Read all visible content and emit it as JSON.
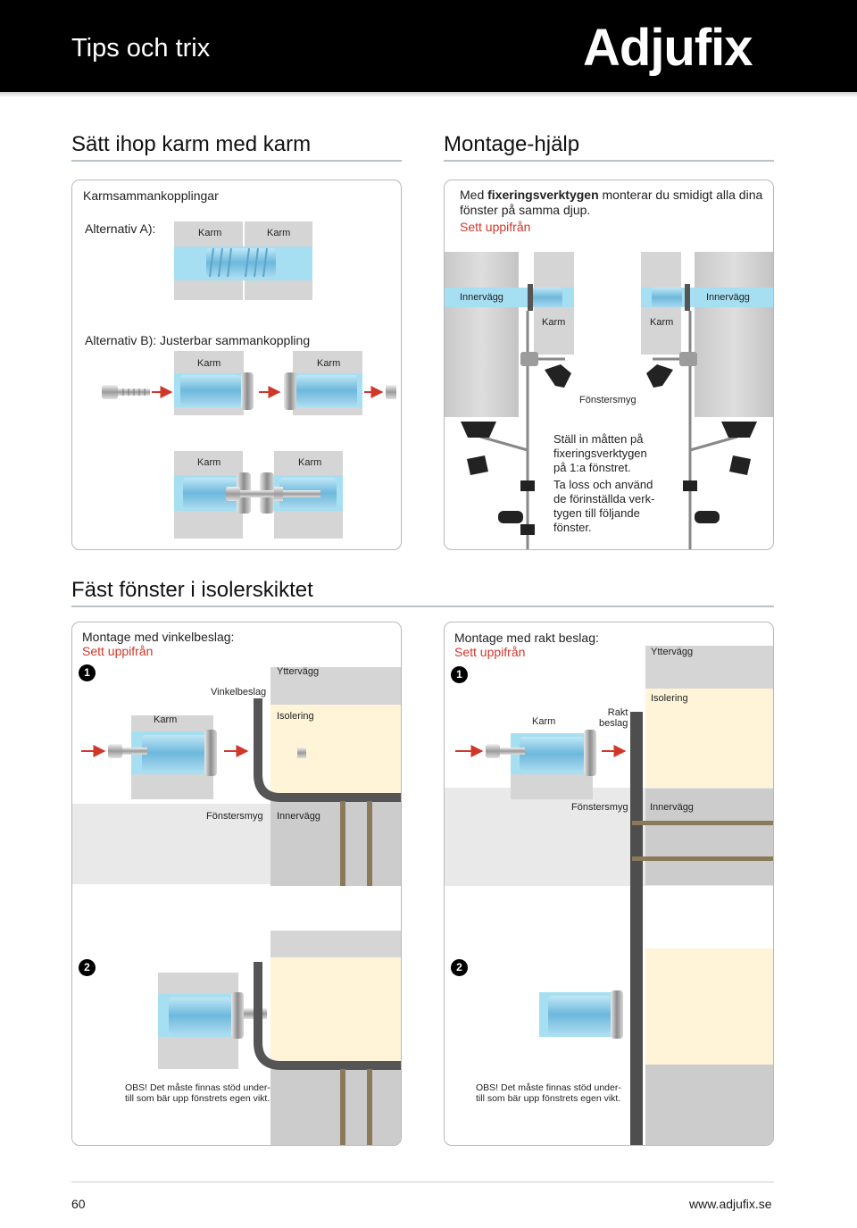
{
  "header": {
    "title": "Tips och trix",
    "brand": "Adjufix"
  },
  "section1": {
    "title": "Sätt ihop karm med karm",
    "panel": {
      "heading": "Karmsammankopplingar",
      "alt_a": "Alternativ A):",
      "alt_b": "Alternativ B): Justerbar sammankoppling",
      "karm": "Karm"
    }
  },
  "section2": {
    "title": "Montage-hjälp",
    "panel": {
      "intro_pre": "Med",
      "intro_bold": "fixeringsverktygen",
      "intro_post": "monterar du smidigt alla dina fönster på samma djup.",
      "view": "Sett uppifrån",
      "innervagg": "Innervägg",
      "karm": "Karm",
      "fonstersmyg": "Fönstersmyg",
      "instruction": [
        "Ställ in måtten på",
        "fixeringsverktygen",
        "på 1:a fönstret.",
        "Ta loss och använd",
        "de förinställda verk-",
        "tygen till följande",
        "fönster."
      ]
    }
  },
  "section3": {
    "title": "Fäst fönster i isolerskiktet",
    "left": {
      "heading": "Montage med vinkelbeslag:",
      "view": "Sett uppifrån",
      "step1": "1",
      "step2": "2",
      "yttervagg": "Yttervägg",
      "vinkelbeslag": "Vinkelbeslag",
      "karm": "Karm",
      "isolering": "Isolering",
      "fonstersmyg": "Fönstersmyg",
      "innervagg": "Innervägg",
      "note": [
        "OBS! Det måste finnas stöd under-",
        "till som bär upp fönstrets egen vikt."
      ]
    },
    "right": {
      "heading": "Montage med rakt beslag:",
      "view": "Sett uppifrån",
      "step1": "1",
      "step2": "2",
      "yttervagg": "Yttervägg",
      "isolering": "Isolering",
      "karm": "Karm",
      "rakt_beslag": [
        "Rakt",
        "beslag"
      ],
      "fonstersmyg": "Fönstersmyg",
      "innervagg": "Innervägg",
      "note": [
        "OBS! Det måste finnas stöd under-",
        "till som bär upp fönstrets egen vikt."
      ]
    }
  },
  "footer": {
    "page": "60",
    "url": "www.adjufix.se"
  },
  "colors": {
    "frame_blue": "#a6dff2",
    "insulation": "#fff4d8",
    "wall_grey": "#d6d6d6",
    "accent_red": "#d0372b"
  }
}
